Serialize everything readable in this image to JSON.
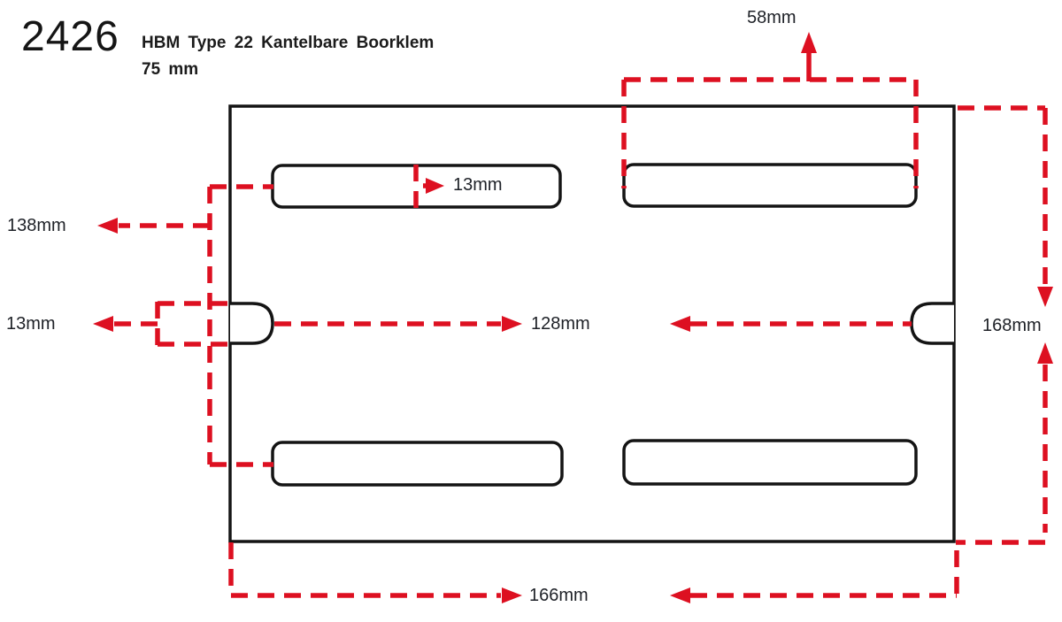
{
  "header": {
    "part_number": "2426",
    "title": "HBM Type 22 Kantelbare Boorklem",
    "subtitle": "75 mm"
  },
  "dimensions": {
    "top_slot_offset": "58mm",
    "slot_height": "13mm",
    "left_slot_span": "138mm",
    "edge_notch_offset": "13mm",
    "notch_to_notch": "128mm",
    "plate_height": "168mm",
    "plate_width": "166mm"
  },
  "colors": {
    "dimension_red": "#dd1021",
    "outline_black": "#141414",
    "text_dark": "#1e2127",
    "background": "#ffffff"
  }
}
